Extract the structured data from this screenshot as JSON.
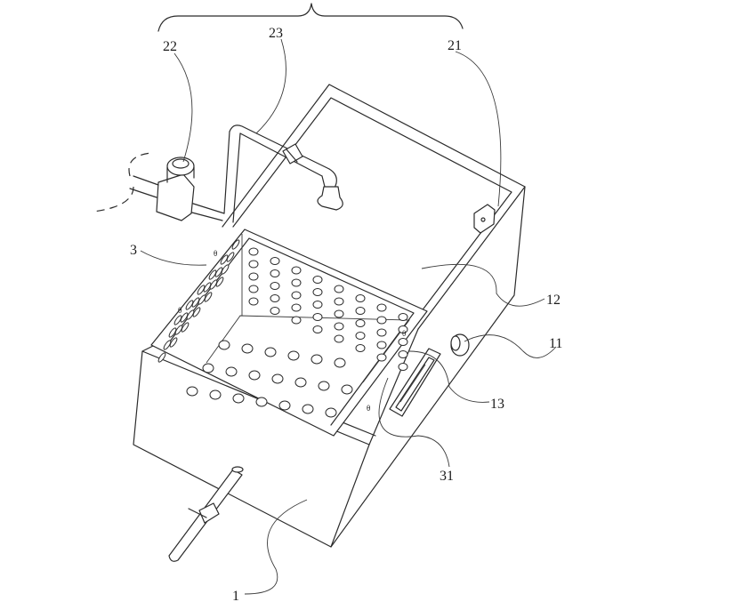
{
  "labels": {
    "l22": "22",
    "l23": "23",
    "l21": "21",
    "l3": "3",
    "l12": "12",
    "l11": "11",
    "l13": "13",
    "l31": "31",
    "l1": "1"
  },
  "colors": {
    "line": "#2b2b2b",
    "background": "#ffffff"
  }
}
